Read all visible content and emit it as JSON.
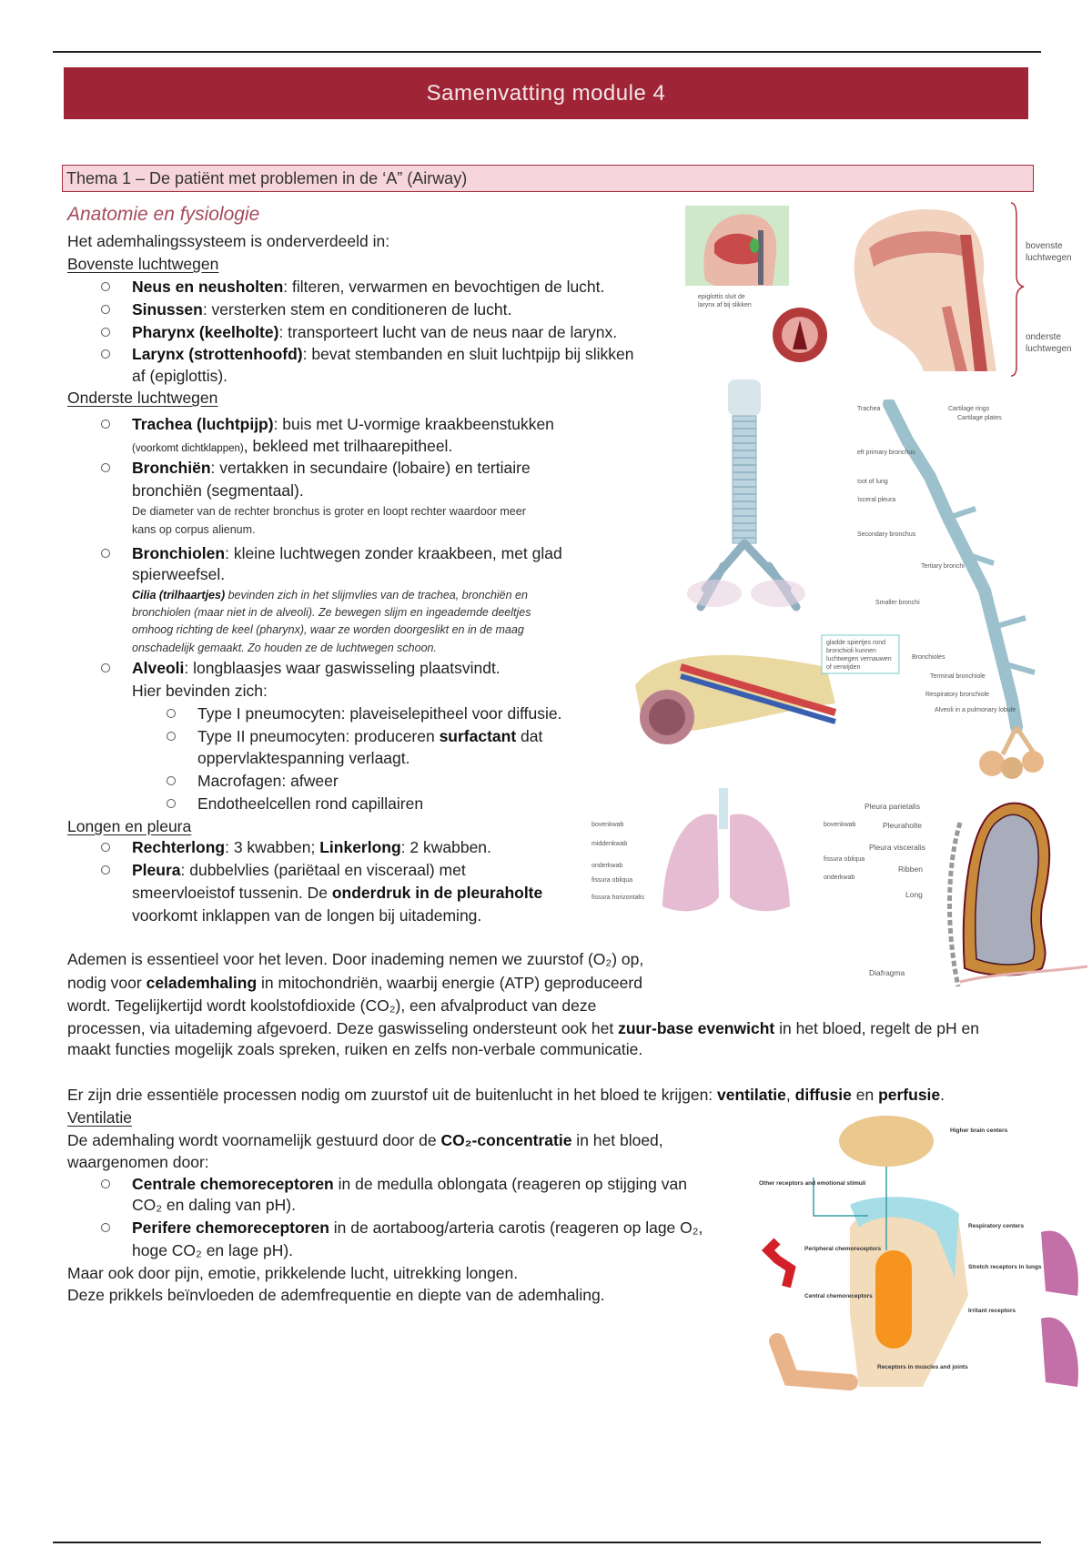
{
  "header": {
    "title": "Samenvatting module 4"
  },
  "theme_heading": "Thema 1 – De patiënt met problemen in de ‘A” (Airway)",
  "section_title": "Anatomie en fysiologie",
  "intro": "Het ademhalingssysteem is onderverdeeld in:",
  "upper": {
    "heading": "Bovenste luchtwegen",
    "items": [
      {
        "term": "Neus en neusholten",
        "text": ": filteren, verwarmen en bevochtigen de lucht."
      },
      {
        "term": "Sinussen",
        "text": ": versterken stem en conditioneren de lucht."
      },
      {
        "term": "Pharynx (keelholte)",
        "text": ": transporteert lucht van de neus naar de larynx."
      },
      {
        "term": "Larynx (strottenhoofd)",
        "text": ": bevat stembanden en sluit luchtpijp bij slikken",
        "text2": "af (epiglottis)."
      }
    ]
  },
  "lower": {
    "heading": "Onderste luchtwegen",
    "trachea": {
      "term": "Trachea (luchtpijp)",
      "text": ": buis met U-vormige kraakbeenstukken",
      "small": "(voorkomt dichtklappen)",
      "text2": ", bekleed met trilhaarepitheel."
    },
    "bronchi": {
      "term": "Bronchiën",
      "text": ": vertakken in secundaire (lobaire) en tertiaire",
      "text2": "bronchiën (segmentaal).",
      "note1": "De diameter van de rechter bronchus is groter en loopt rechter waardoor meer",
      "note2": "kans op corpus alienum."
    },
    "bronchioles": {
      "term": "Bronchiolen",
      "text": ": kleine luchtwegen zonder kraakbeen, met glad",
      "text2": "spierweefsel.",
      "cilia_term": "Cilia (trilhaartjes)",
      "cilia1": " bevinden zich in het slijmvlies van de trachea, bronchiën en",
      "cilia2": "bronchiolen (maar niet in de alveoli). Ze bewegen slijm en ingeademde deeltjes",
      "cilia3": "omhoog richting de keel (pharynx), waar ze worden doorgeslikt en in de maag",
      "cilia4": "onschadelijk gemaakt. Zo houden ze de luchtwegen schoon."
    },
    "alveoli": {
      "term": "Alveoli",
      "text": ": longblaasjes waar gaswisseling plaatsvindt.",
      "text2": "Hier bevinden zich:",
      "sub": [
        {
          "text": "Type I pneumocyten: plaveiselepitheel voor diffusie."
        },
        {
          "text": "Type II pneumocyten: produceren ",
          "bold": "surfactant",
          "tail": " dat",
          "text2": "oppervlaktespanning verlaagt."
        },
        {
          "text": "Macrofagen: afweer"
        },
        {
          "text": "Endotheelcellen rond capillairen"
        }
      ]
    }
  },
  "lungs": {
    "heading": "Longen en pleura",
    "right_term": "Rechterlong",
    "right_text": ": 3 kwabben; ",
    "left_term": "Linkerlong",
    "left_text": ": 2 kwabben.",
    "pleura_term": "Pleura",
    "pleura_text": ": dubbelvlies (pariëtaal en visceraal) met",
    "pleura_text2": "smeervloeistof tussenin. De ",
    "pleura_bold": "onderdruk in de pleuraholte",
    "pleura_text3": "voorkomt inklappen van de longen bij uitademing."
  },
  "para1": {
    "l1": "Ademen is essentieel voor het leven. Door inademing nemen we zuurstof (O₂) op,",
    "l2a": "nodig voor ",
    "l2b": "celademhaling",
    "l2c": " in mitochondriën, waarbij energie (ATP) geproduceerd",
    "l3": "wordt. Tegelijkertijd wordt koolstofdioxide (CO₂), een afvalproduct van deze",
    "l4a": "processen, via uitademing afgevoerd. Deze gaswisseling ondersteunt ook het ",
    "l4b": "zuur-base evenwicht",
    "l4c": " in het bloed, regelt de pH en",
    "l5": "maakt functies mogelijk zoals spreken, ruiken en zelfs non-verbale communicatie."
  },
  "para2": {
    "a": "Er zijn drie essentiële processen nodig om zuurstof uit de buitenlucht in het bloed te krijgen: ",
    "b": "ventilatie",
    "c": ", ",
    "d": "diffusie",
    "e": " en ",
    "f": "perfusie",
    "g": "."
  },
  "ventilation": {
    "heading": "Ventilatie",
    "l1a": "De ademhaling wordt voornamelijk gestuurd door de ",
    "l1b": "CO₂-concentratie",
    "l1c": " in het bloed,",
    "l2": "waargenomen door:",
    "central_term": "Centrale chemoreceptoren",
    "central_text": " in de medulla oblongata (reageren op stijging van",
    "central_text2": "CO₂ en daling van pH).",
    "peripheral_term": "Perifere chemoreceptoren",
    "peripheral_text": " in de aortaboog/arteria carotis (reageren op lage O₂,",
    "peripheral_text2": "hoge CO₂ en lage pH).",
    "l3": "Maar ook door pijn, emotie, prikkelende lucht, uitrekking longen.",
    "l4": "Deze prikkels beïnvloeden de ademfrequentie en diepte van de ademhaling."
  },
  "figures": {
    "airway_braces": {
      "upper": [
        "bovenste",
        "luchtwegen"
      ],
      "lower": [
        "onderste",
        "luchtwegen"
      ]
    },
    "head_caption": [
      "epiglottis sluit de",
      "larynx af bij slikken"
    ],
    "bronchial_tree": [
      "Trachea",
      "Cartilage rings",
      "Cartilage plates",
      "Left primary bronchus",
      "Root of lung",
      "Visceral pleura",
      "Secondary bronchus",
      "Tertiary bronchi",
      "Smaller bronchi",
      "Bronchioles",
      "Terminal bronchiole",
      "Respiratory bronchiole",
      "Alveoli in a pulmonary lobule"
    ],
    "alveoli_note": [
      "gladde spiertjes rond",
      "bronchioli kunnen",
      "luchtwegen vernauwen",
      "of verwijden"
    ],
    "lung_labels_right": [
      "bovenkwab",
      "middenkwab",
      "onderkwab",
      "fissura obliqua",
      "fissura horizontalis"
    ],
    "lung_labels_left": [
      "bovenkwab",
      "fissura obliqua",
      "onderkwab"
    ],
    "pleura_labels": [
      "Pleura parietalis",
      "Pleuraholte",
      "Pleura visceralis",
      "Ribben",
      "Long",
      "Diafragma"
    ],
    "control_labels": [
      "Higher brain centers",
      "Other receptors and emotional stimuli",
      "Respiratory centers",
      "Peripheral chemoreceptors",
      "Central chemoreceptors",
      "Stretch receptors in lungs",
      "Irritant receptors",
      "Receptors in muscles and joints"
    ]
  },
  "colors": {
    "banner": "#9f2536",
    "theme_bg": "#f6d6dc",
    "section": "#a64a5e"
  }
}
